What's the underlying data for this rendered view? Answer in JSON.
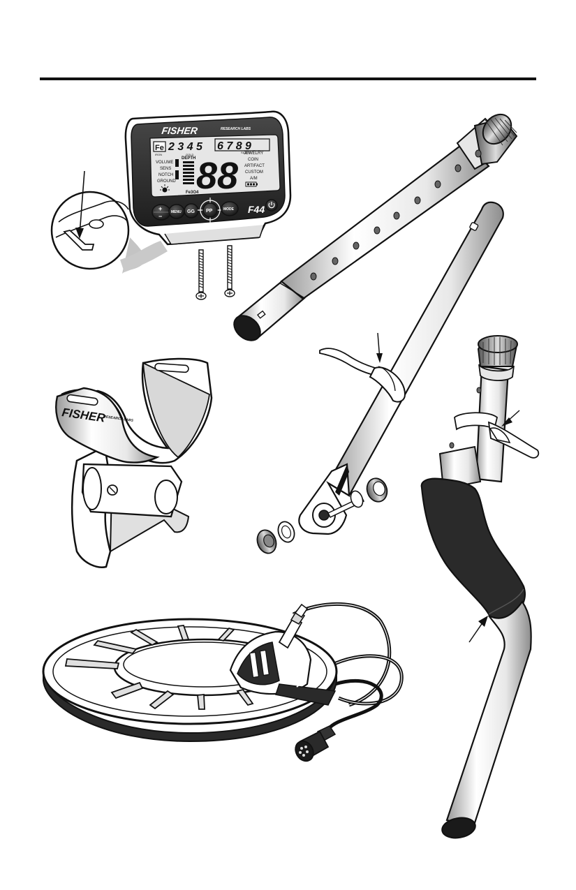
{
  "control_box": {
    "brand": "FISHER",
    "brand_sub": "RESEARCH LABS",
    "fe_label": "Fe",
    "fe_sub": "IRON",
    "scale_left": "2 3 4 5",
    "scale_right": "6 7 8 9",
    "scale_left_sub": "GOLD",
    "scale_right_sub": "SILVER",
    "depth_label": "DEPTH",
    "big_digits": "88",
    "left_labels": [
      "VOLUME",
      "SENS",
      "NOTCH",
      "GROUND"
    ],
    "right_labels": [
      "JEWELRY",
      "COIN",
      "ARTIFACT",
      "CUSTOM",
      "A/M"
    ],
    "fe3o4_label": "Fe3O4",
    "buttons": {
      "plus": "+",
      "minus": "−",
      "menu": "MENU",
      "gg": "GG",
      "pp": "PP",
      "mode": "MODE"
    },
    "model_badge": "F44"
  },
  "armrest": {
    "brand": "FISHER",
    "brand_sub": "RESEARCH LABS"
  },
  "icons": [
    "power-icon",
    "lightbulb-icon",
    "battery-icon",
    "screw-icon",
    "arrow-icon"
  ],
  "colors": {
    "ink": "#111111",
    "grip": "#2a2a2a",
    "lcd": "#e6e6e6",
    "panel_dark": "#333333",
    "shadow": "#bdbdbd"
  }
}
